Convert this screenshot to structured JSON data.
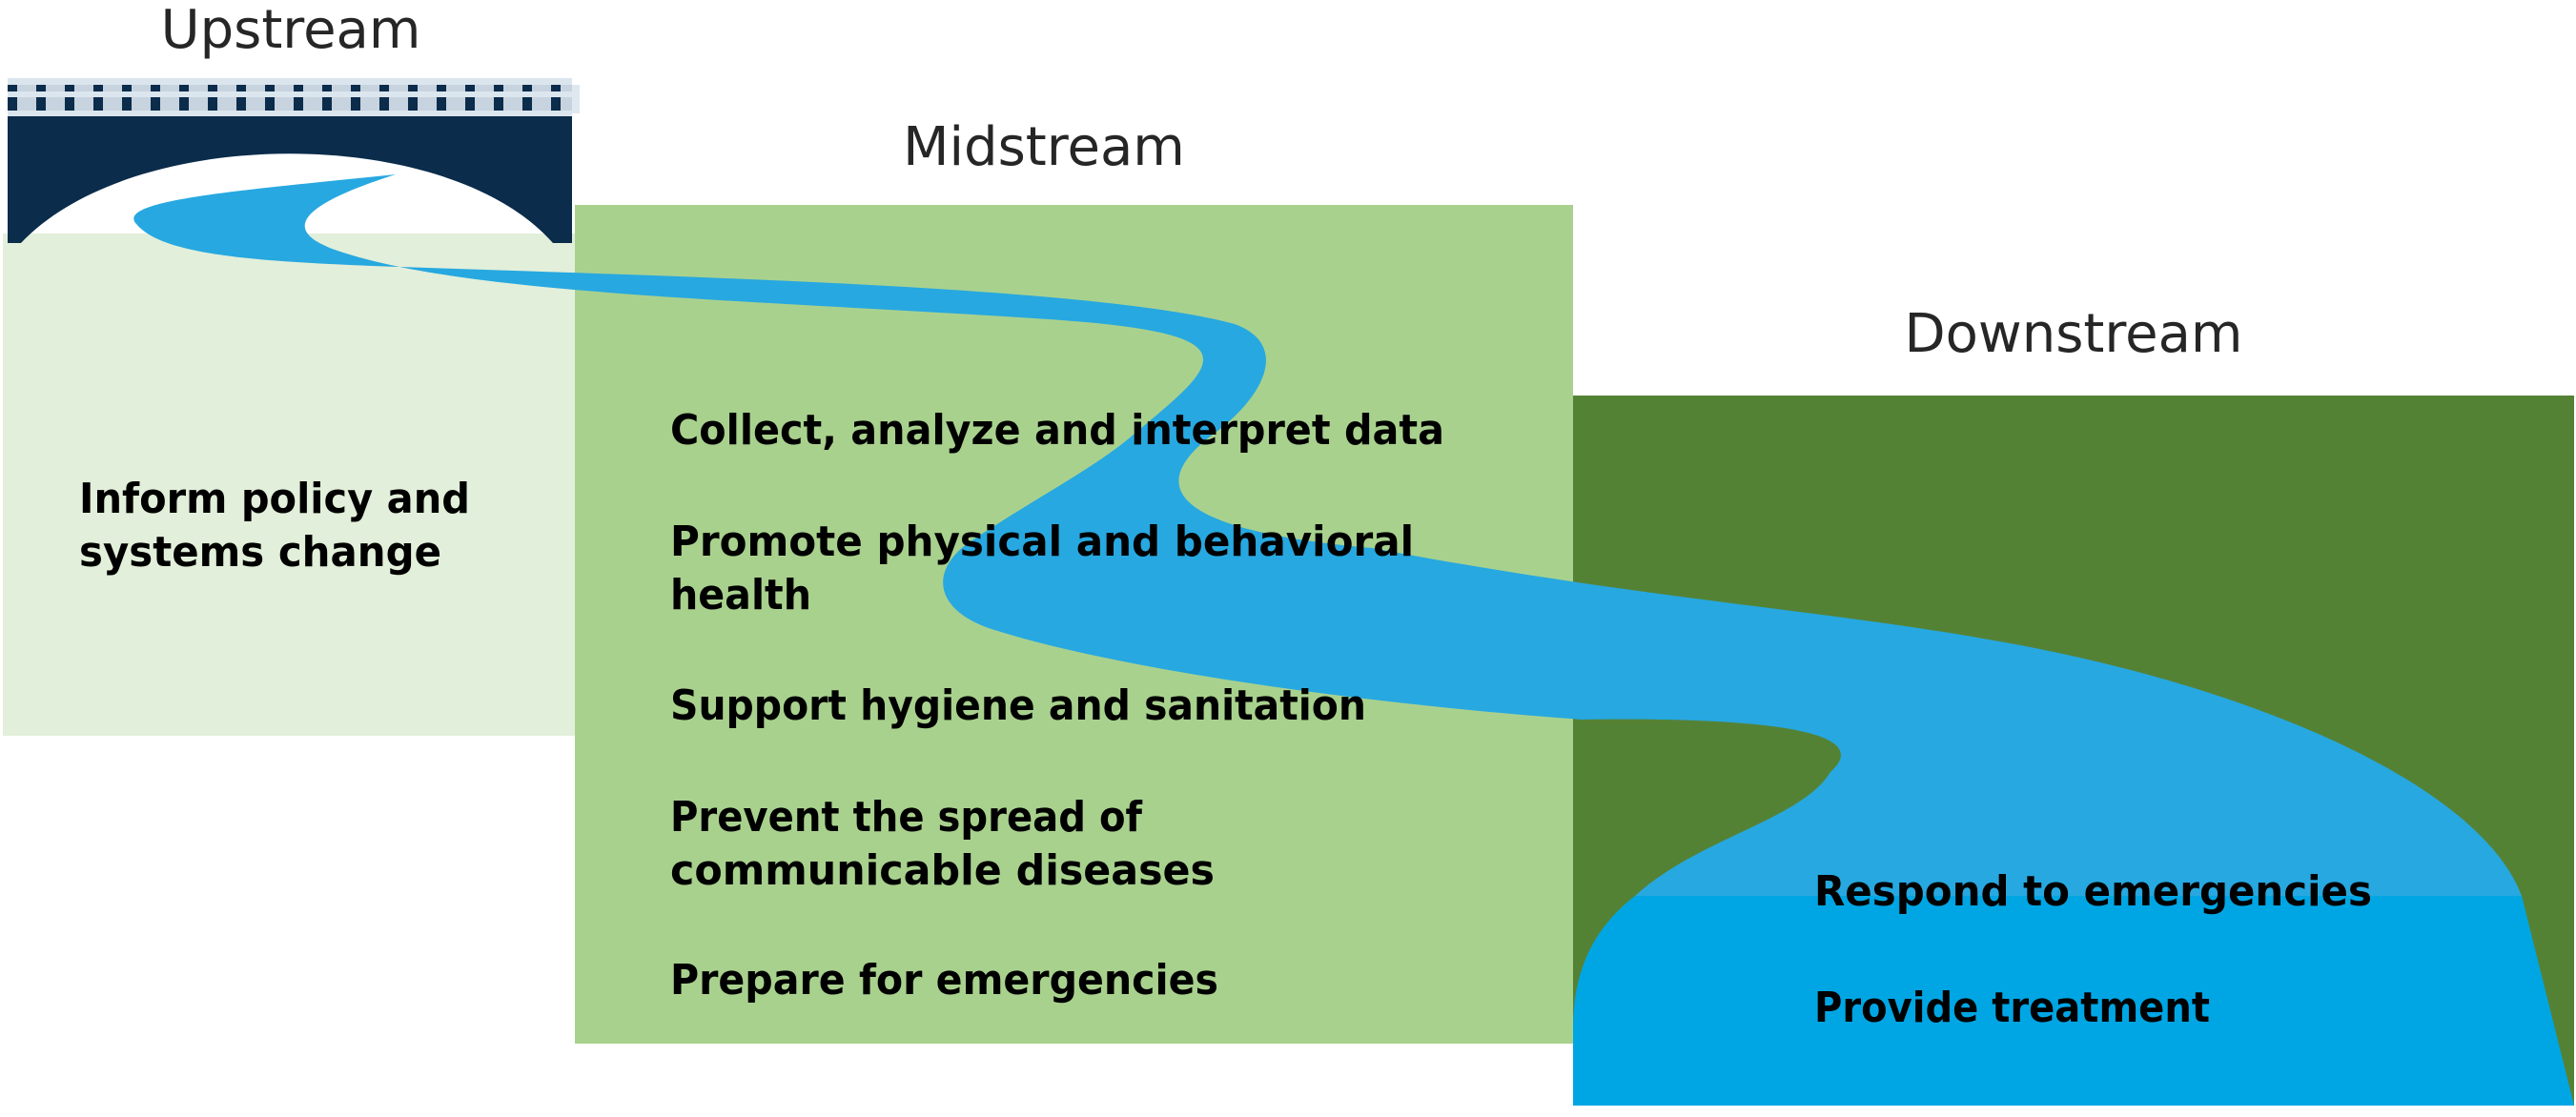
{
  "diagram": {
    "headings": {
      "upstream": "Upstream",
      "midstream": "Midstream",
      "downstream": "Downstream"
    },
    "upstream_items": [
      {
        "lines": [
          "Inform policy and",
          "systems change"
        ]
      }
    ],
    "midstream_items": [
      {
        "lines": [
          "Collect, analyze and interpret data"
        ]
      },
      {
        "lines": [
          "Promote physical and behavioral",
          "health"
        ]
      },
      {
        "lines": [
          "Support hygiene and sanitation"
        ]
      },
      {
        "lines": [
          "Prevent the spread of",
          "communicable diseases"
        ]
      },
      {
        "lines": [
          "Prepare for emergencies"
        ]
      }
    ],
    "downstream_items": [
      {
        "lines": [
          "Respond to emergencies"
        ]
      },
      {
        "lines": [
          "Provide treatment"
        ]
      }
    ]
  },
  "colors": {
    "upstream_panel": "#e2efda",
    "midstream_panel": "#a9d18e",
    "downstream_panel": "#548235",
    "bridge": "#0b2c4b",
    "bridge_rail": "#dbe5ee",
    "river": "#27a8e0",
    "water": "#00a6e4",
    "heading_text": "#262626",
    "item_text": "#000000"
  },
  "icons": {
    "bridge": "bridge-icon",
    "river": "river-icon"
  }
}
